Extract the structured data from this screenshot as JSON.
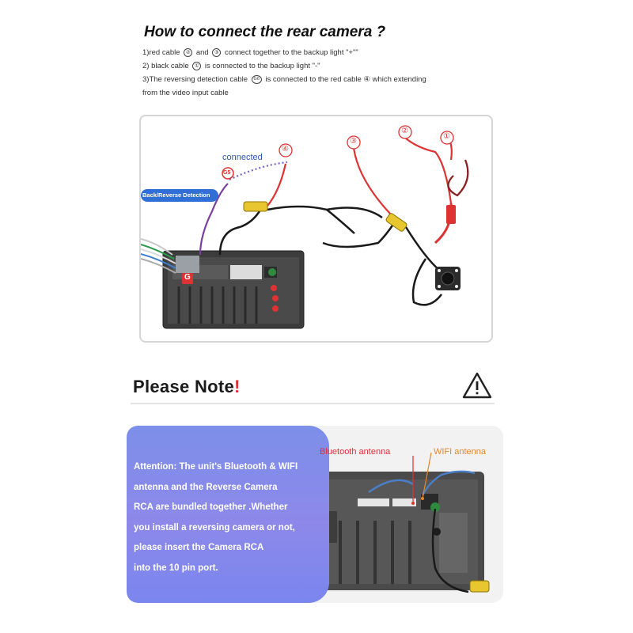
{
  "header": {
    "title": "How to connect the rear camera ?",
    "steps": [
      {
        "pre": "1)red cable",
        "m1": "②",
        "mid": "and",
        "m2": "③",
        "post": "connect together to the backup light \"+\"\""
      },
      {
        "pre": "2) black cable",
        "m1": "①",
        "post": "is connected to the backup light \"-\""
      },
      {
        "pre": "3)The reversing detection cable",
        "m1": "G6",
        "post": "is connected to the red cable ④ which extending"
      },
      {
        "line": "from the video input cable"
      }
    ]
  },
  "diagram": {
    "connected": "connected",
    "badge_g5": "G5",
    "badge_g": "G",
    "back_reverse": "Back/Reverse Detection",
    "markers": [
      "④",
      "③",
      "②",
      "①"
    ]
  },
  "note": {
    "title": "Please Note",
    "title_mark": "!",
    "warning_icon": "warning-triangle-icon",
    "text_lines": [
      "Attention: The unit's Bluetooth & WIFI",
      "antenna and the Reverse Camera",
      "RCA are bundled together .Whether",
      "you install a reversing camera or not,",
      "please insert the Camera RCA",
      "into the 10 pin port."
    ],
    "bluetooth_label": "Bluetooth antenna",
    "wifi_label": "WIFI antenna"
  },
  "colors": {
    "accent_red": "#e0303a",
    "link_blue": "#2c58b8",
    "note_gradient_start": "#7c8fe9",
    "note_gradient_end": "#7a86ee",
    "badge_blue": "#2f6fd6",
    "wifi_orange": "#e3882c"
  }
}
